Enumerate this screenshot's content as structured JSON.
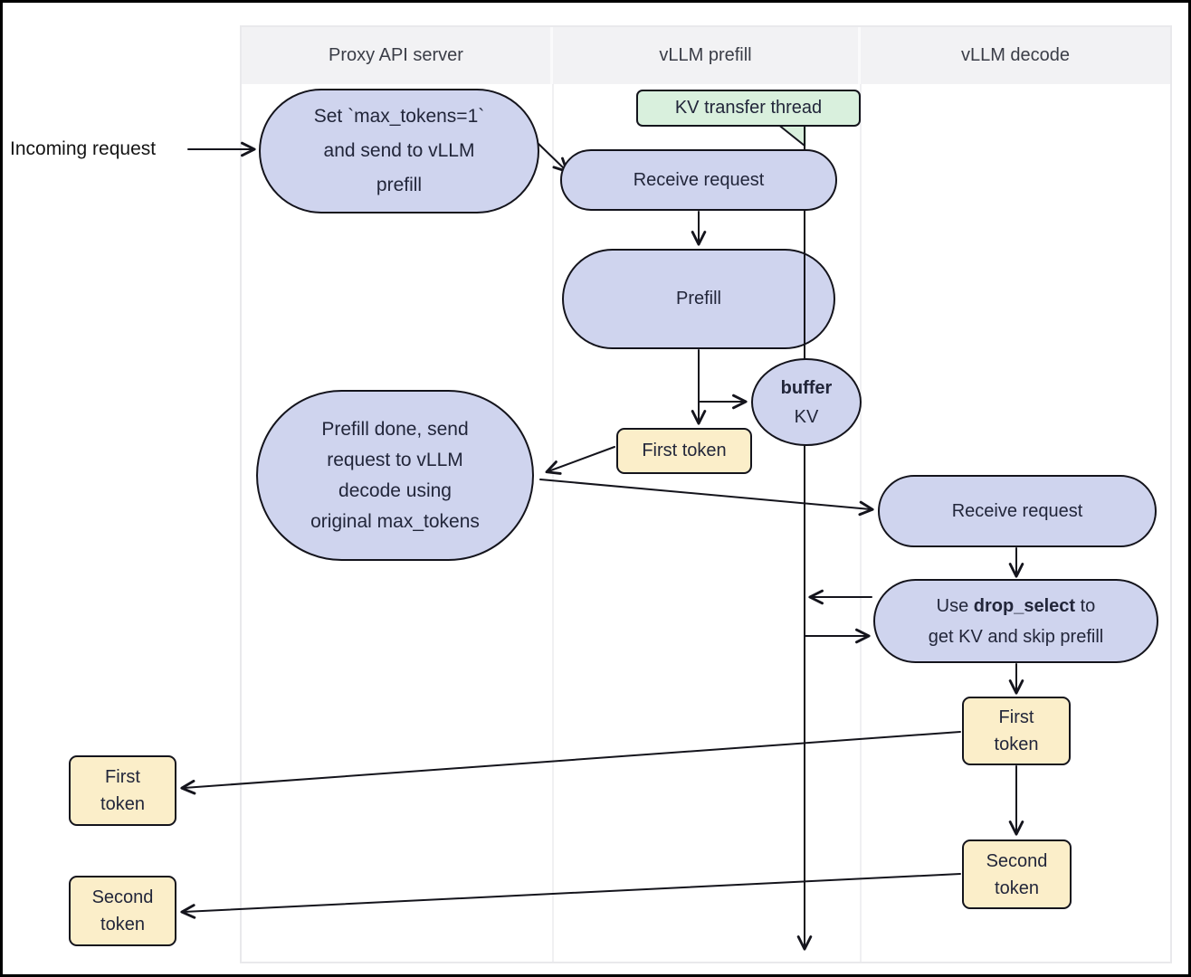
{
  "diagram": {
    "columns": [
      "Proxy API server",
      "vLLM prefill",
      "vLLM decode"
    ],
    "incoming_label": "Incoming request",
    "kv_thread_label": "KV transfer thread",
    "set_max_tokens_lines": [
      "Set `max_tokens=1`",
      "and send to vLLM",
      "prefill"
    ],
    "receive_request_prefill": "Receive request",
    "prefill_label": "Prefill",
    "buffer_bold": "buffer",
    "buffer_kv": "KV",
    "first_token_inline": "First token",
    "prefill_done_lines": [
      "Prefill done, send",
      "request to vLLM",
      "decode using",
      "original max_tokens"
    ],
    "receive_request_decode": "Receive request",
    "drop_select_pre": "Use ",
    "drop_select_bold": "drop_select",
    "drop_select_post": " to",
    "drop_select_line2": "get KV and skip prefill",
    "first_token_lines": [
      "First",
      "token"
    ],
    "second_token_lines": [
      "Second",
      "token"
    ],
    "colors": {
      "process_fill": "#cfd4ee",
      "token_fill": "#fbeec9",
      "thread_fill": "#d9f0dd",
      "stroke": "#14141c",
      "header_bg": "#f2f2f4",
      "text": "#22263a"
    }
  }
}
